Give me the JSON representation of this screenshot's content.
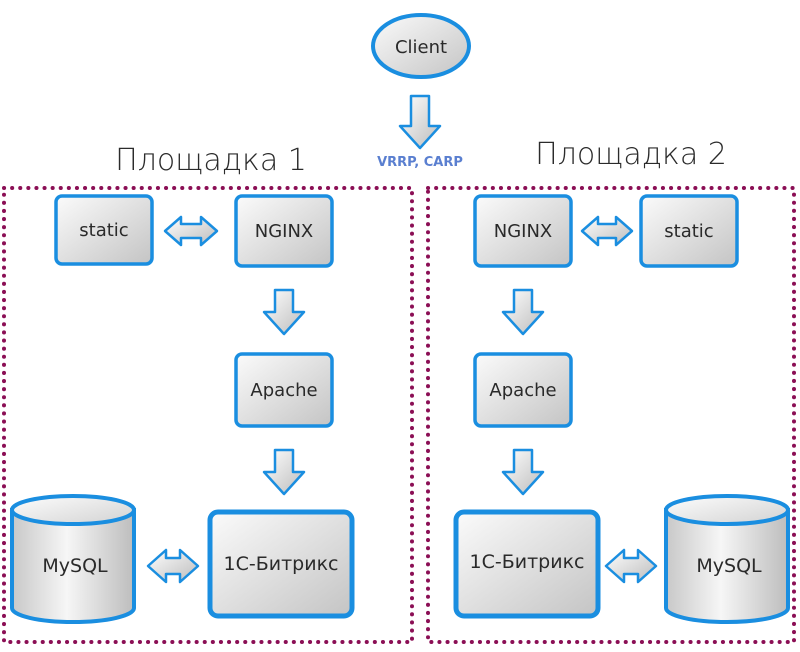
{
  "client": {
    "label": "Client"
  },
  "protocol": {
    "label": "VRRP, CARP"
  },
  "colors": {
    "accent": "#1a8ee0",
    "border": "#8b0f55",
    "protocol_text": "#5a7fd0",
    "box_fill_light": "#f7f7f7",
    "box_fill_dark": "#c9c9c9"
  },
  "sites": [
    {
      "title": "Площадка 1",
      "nodes": {
        "static": "static",
        "nginx": "NGINX",
        "apache": "Apache",
        "bitrix": "1C-Битрикс",
        "mysql": "MySQL"
      }
    },
    {
      "title": "Площадка 2",
      "nodes": {
        "static": "static",
        "nginx": "NGINX",
        "apache": "Apache",
        "bitrix": "1C-Битрикс",
        "mysql": "MySQL"
      }
    }
  ]
}
